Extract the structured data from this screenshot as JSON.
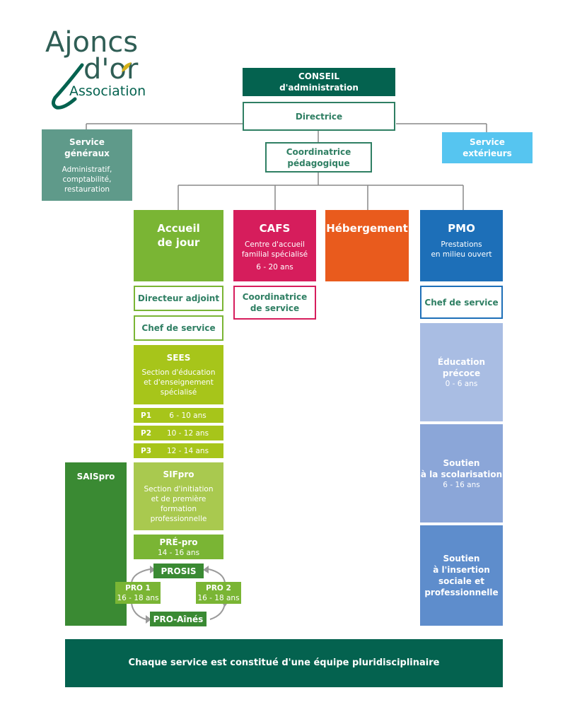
{
  "logo": {
    "line1": "Ajoncs",
    "line2": "d'or",
    "line3": "Association"
  },
  "conseil": {
    "line1": "CONSEIL",
    "line2": "d'administration"
  },
  "directrice": "Directrice",
  "services_generaux": {
    "title1": "Service",
    "title2": "généraux",
    "desc1": "Administratif,",
    "desc2": "comptabilité,",
    "desc3": "restauration"
  },
  "services_exterieurs": {
    "title1": "Service",
    "title2": "extérieurs"
  },
  "coordinatrice_pedagogique": {
    "line1": "Coordinatrice",
    "line2": "pédagogique"
  },
  "accueil_de_jour": {
    "line1": "Accueil",
    "line2": "de jour"
  },
  "cafs": {
    "title": "CAFS",
    "desc1": "Centre d'accueil",
    "desc2": "familial spécialisé",
    "age": "6 - 20 ans"
  },
  "hebergement": {
    "title": "Hébergement"
  },
  "pmo": {
    "title": "PMO",
    "desc1": "Prestations",
    "desc2": "en milieu ouvert"
  },
  "directeur_adjoint": "Directeur adjoint",
  "chef_service_accueil": "Chef de service",
  "coordinatrice_service": {
    "line1": "Coordinatrice",
    "line2": "de service"
  },
  "chef_service_pmo": "Chef de service",
  "sees": {
    "title": "SEES",
    "desc1": "Section d'éducation",
    "desc2": "et d'enseignement",
    "desc3": "spécialisé"
  },
  "levels": [
    {
      "key": "P1",
      "age": "6 - 10 ans"
    },
    {
      "key": "P2",
      "age": "10 - 12 ans"
    },
    {
      "key": "P3",
      "age": "12 - 14 ans"
    }
  ],
  "saispro": "SAISpro",
  "sifpro": {
    "title": "SIFpro",
    "desc1": "Section d'initiation",
    "desc2": "et de première",
    "desc3": "formation",
    "desc4": "professionnelle"
  },
  "prepro": {
    "title": "PRÉ-pro",
    "age": "14 - 16 ans"
  },
  "prosis": "PROSIS",
  "pro1": {
    "title": "PRO 1",
    "age": "16 - 18 ans"
  },
  "pro2": {
    "title": "PRO 2",
    "age": "16 - 18 ans"
  },
  "proaines": "PRO-Aînés",
  "education_precoce": {
    "line1": "Éducation",
    "line2": "précoce",
    "age": "0 - 6 ans"
  },
  "soutien_scolarisation": {
    "line1": "Soutien",
    "line2": "à la scolarisation",
    "age": "6 - 16 ans"
  },
  "soutien_insertion": {
    "line1": "Soutien",
    "line2": "à l'insertion",
    "line3": "sociale et",
    "line4": "professionnelle"
  },
  "footer": "Chaque service est constitué d'une équipe pluridisciplinaire",
  "colors": {
    "dark_green": "#04624f",
    "teal_grey": "#5f9a8a",
    "light_blue": "#56c5f0",
    "green": "#7ab534",
    "lime": "#a7c51a",
    "magenta": "#d61d5c",
    "orange": "#e95b1d",
    "blue": "#1d6fb8",
    "prosis_green": "#3a8a33"
  }
}
